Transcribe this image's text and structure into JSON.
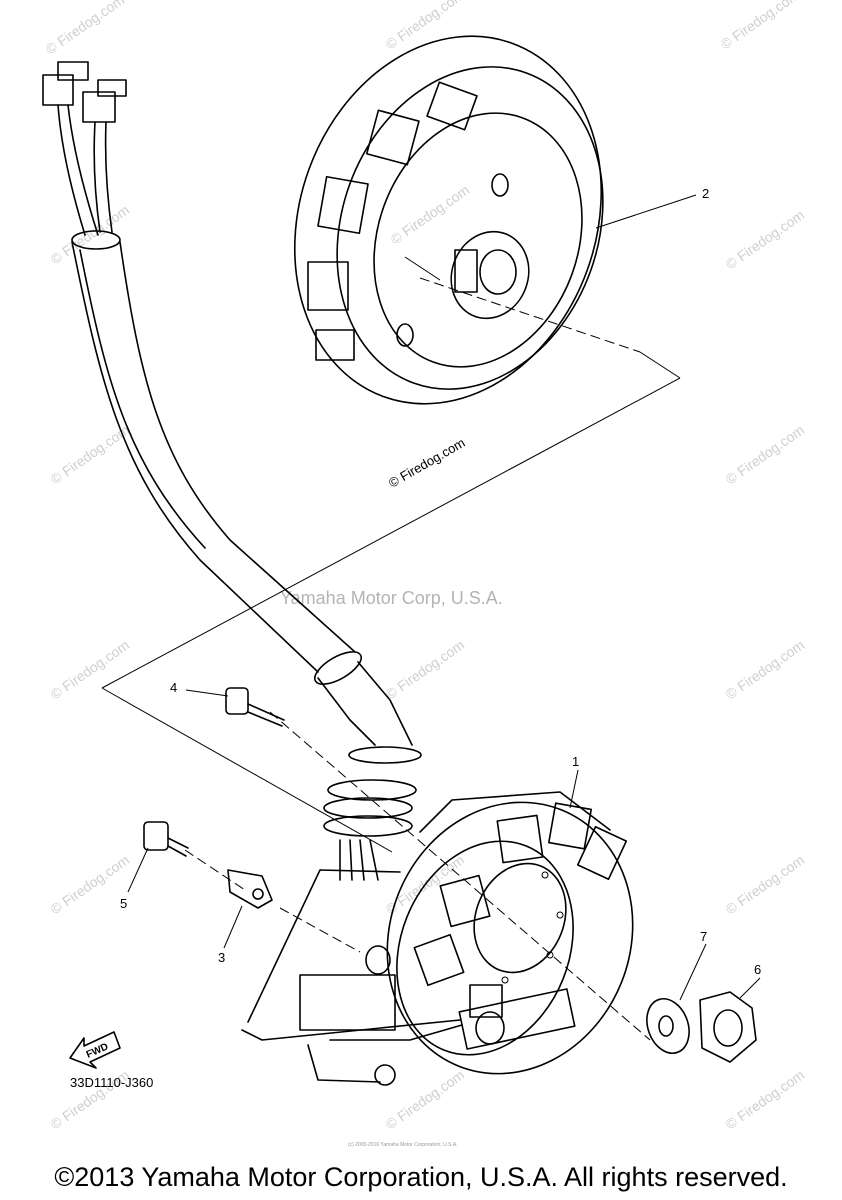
{
  "diagram": {
    "callouts": {
      "p1": "1",
      "p2": "2",
      "p3": "3",
      "p4": "4",
      "p5": "5",
      "p6": "6",
      "p7": "7"
    },
    "part_code": "33D1110-J360",
    "fwd_label": "FWD",
    "center_watermark": "© Firedog.com",
    "watermark_text": "© Firedog.com",
    "corp_watermark": "Yamaha Motor Corp, U.S.A.",
    "fine_print": "(c) 2005-2016 Yamaha Motor Corporation, U.S.A."
  },
  "footer": {
    "copyright": "©2013 Yamaha Motor Corporation, U.S.A. All rights reserved."
  }
}
